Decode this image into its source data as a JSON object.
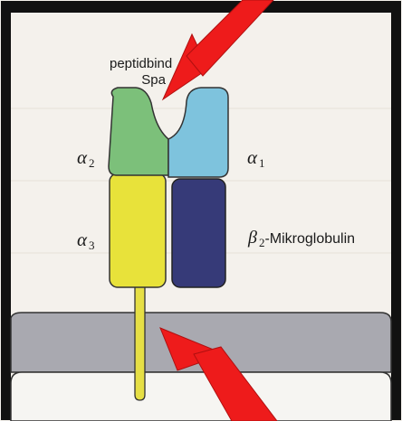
{
  "diagram": {
    "labels": {
      "peptide_line1": "peptidbind",
      "peptide_line2": "Spa",
      "alpha2_symbol": "α",
      "alpha2_index": "2",
      "alpha1_symbol": "α",
      "alpha1_index": "1",
      "alpha3_symbol": "α",
      "alpha3_index": "3",
      "beta2_symbol": "β",
      "beta2_index": "2",
      "beta2_text": "-Mikroglobulin"
    },
    "colors": {
      "alpha2_domain": "#7cc07a",
      "alpha1_domain": "#7ec3dd",
      "alpha3_domain": "#e8e23a",
      "beta2_domain": "#363a78",
      "membrane": "#a9a9b0",
      "anchor": "#e6df45",
      "arrow": "#ee1b1b",
      "frame": "#111111"
    }
  }
}
